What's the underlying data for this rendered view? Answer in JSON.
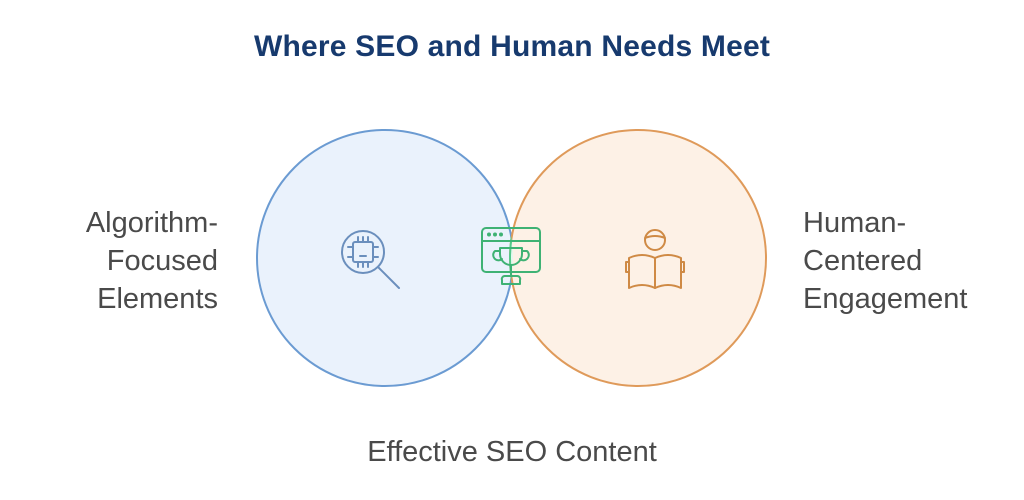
{
  "title": "Where SEO and Human Needs Meet",
  "left_set": {
    "label_lines": [
      "Algorithm-",
      "Focused",
      "Elements"
    ],
    "icon": "chip-magnifier-icon",
    "fill": "#eaf2fc",
    "stroke": "#6b9bd2"
  },
  "right_set": {
    "label_lines": [
      "Human-",
      "Centered",
      "Engagement"
    ],
    "icon": "person-reading-book-icon",
    "fill": "#fdf1e6",
    "stroke": "#df9a5a"
  },
  "intersection": {
    "label": "Effective SEO Content",
    "icon": "browser-trophy-icon",
    "fill": "#e6f8ee",
    "stroke": "#56c98a"
  },
  "colors": {
    "title": "#173a6e",
    "text": "#4a4a4a"
  }
}
